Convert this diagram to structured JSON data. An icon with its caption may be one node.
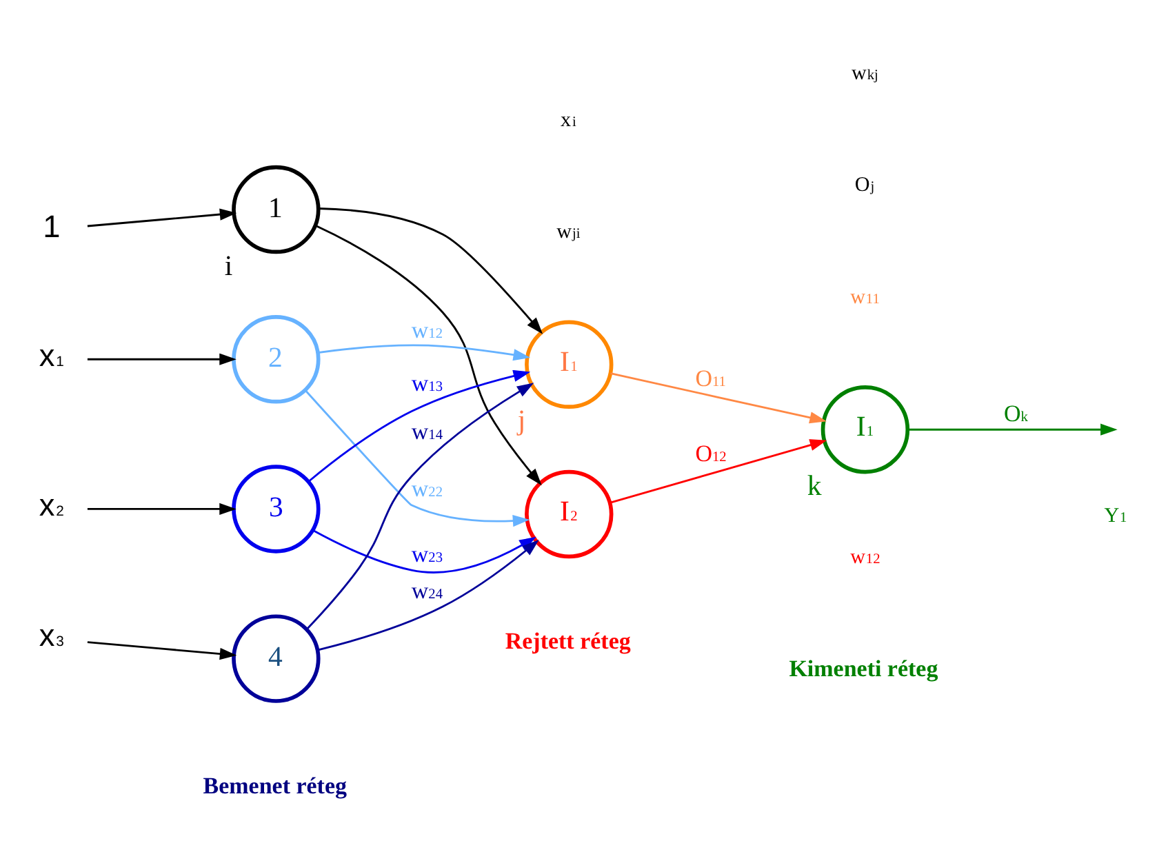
{
  "diagram": {
    "nodes": [
      {
        "text": [
          "1"
        ]
      },
      {
        "text": [
          "1"
        ],
        "beside": [
          "i"
        ]
      },
      {
        "text": [
          "x$_{1}$"
        ]
      },
      {
        "text": [
          "2"
        ]
      },
      {
        "text": [
          "x$_{2}$"
        ]
      },
      {
        "text": [
          "3"
        ]
      },
      {
        "text": [
          "x$_{3}$"
        ]
      },
      {
        "text": [
          "4"
        ]
      },
      {
        "text": [
          "I$_{1}$"
        ],
        "beside": [
          "j"
        ]
      },
      {
        "text": [
          "I$_{2}$"
        ]
      },
      {
        "text": [
          "I$_{1}$"
        ],
        "beside": [
          "k"
        ]
      }
    ],
    "edges": [
      {
        "from": 0,
        "to": 1,
        "arrow": "to"
      },
      {
        "from": 2,
        "to": 3,
        "arrow": "to"
      },
      {
        "from": 4,
        "to": 5,
        "arrow": "to"
      },
      {
        "from": 6,
        "to": 7,
        "arrow": "to"
      },
      {
        "from": 1,
        "to": 8,
        "arrow": "to"
      },
      {
        "from": 1,
        "to": 9,
        "arrow": "to"
      },
      {
        "from": 3,
        "to": 8,
        "arrow": "to",
        "label": "w$_{12}$",
        "color": "#66b2ff"
      },
      {
        "from": 3,
        "to": 9,
        "arrow": "to",
        "label": "w$_{22}$",
        "color": "#66b2ff"
      },
      {
        "from": 5,
        "to": 8,
        "arrow": "to",
        "label": "w$_{13}$",
        "color": "#0000ee"
      },
      {
        "from": 5,
        "to": 9,
        "arrow": "to",
        "label": "w$_{23}$",
        "color": "#0000ee"
      },
      {
        "from": 7,
        "to": 8,
        "arrow": "to",
        "label": "w$_{14}$",
        "color": "#000099"
      },
      {
        "from": 7,
        "to": 9,
        "arrow": "to",
        "label": "w$_{24}$",
        "color": "#000099"
      },
      {
        "from": 8,
        "to": 10,
        "arrow": "to",
        "label": "O$_{11}$",
        "color": "#ff8844"
      },
      {
        "from": 9,
        "to": 10,
        "arrow": "to",
        "label": "O$_{12}$",
        "color": "#ff0000"
      },
      {
        "from": 10,
        "to": null,
        "arrow": "to",
        "label": "O$_{k}$",
        "color": "#008000"
      }
    ],
    "labels": [
      "w$_{ji}$",
      "x$_{i}$",
      "w$_{kj}$",
      "O$_{j}$",
      "w$_{11}$",
      "w$_{12}$",
      "Y$_{1}$",
      "Bemenet réteg",
      "Rejtett réteg",
      "Kimeneti réteg"
    ]
  }
}
